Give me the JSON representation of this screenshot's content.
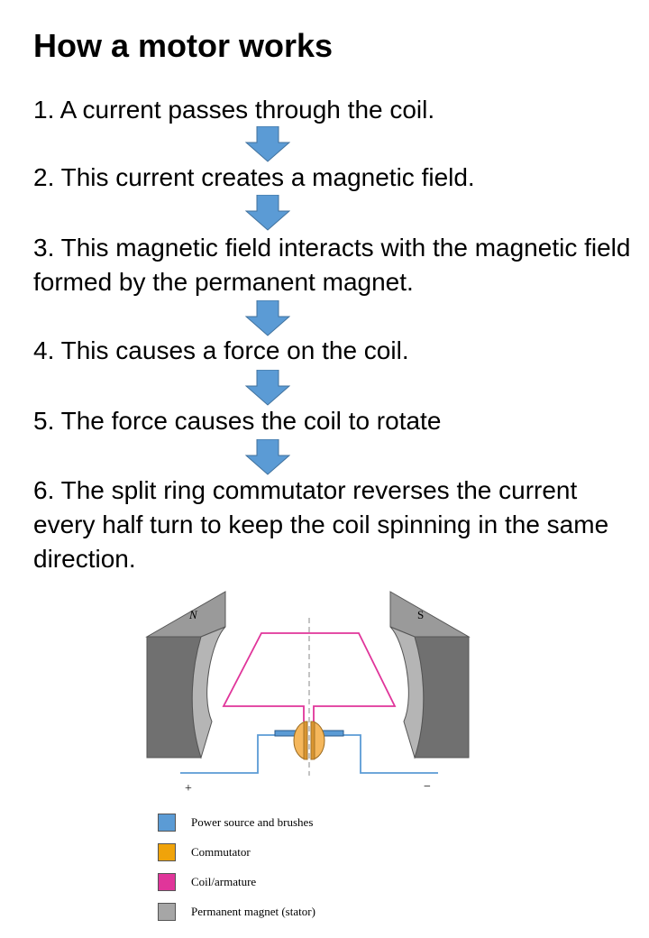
{
  "title": "How a motor works",
  "steps": [
    "1. A current passes through the coil.",
    "2. This current creates a magnetic field.",
    "3. This magnetic field interacts with the magnetic field formed by the permanent magnet.",
    "4. This causes a force on the coil.",
    "5. The force causes the coil to rotate",
    "6. The split ring commutator reverses the current every half turn to keep the coil spinning in the same direction."
  ],
  "arrow_icon": "down-arrow-icon",
  "arrow_color": "#5b9bd5",
  "diagram": {
    "north_label": "N",
    "south_label": "S",
    "plus_label": "+",
    "minus_label": "−"
  },
  "legend": [
    {
      "label": "Power source and brushes",
      "color": "#5b9bd5"
    },
    {
      "label": "Commutator",
      "color": "#f0a30a"
    },
    {
      "label": "Coil/armature",
      "color": "#e0359a"
    },
    {
      "label": "Permanent magnet (stator)",
      "color": "#a6a6a6"
    }
  ]
}
